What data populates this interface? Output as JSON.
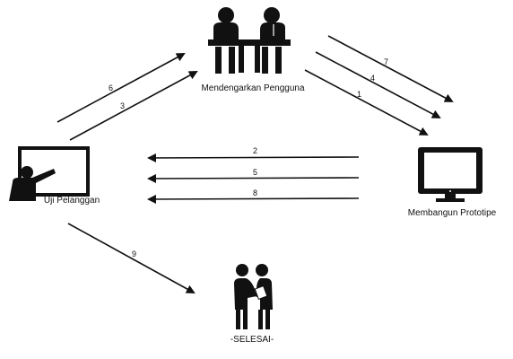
{
  "nodes": {
    "listen": {
      "label": "Mendengarkan Pengguna",
      "icon": "meeting-icon"
    },
    "build": {
      "label": "Membangun Prototipe",
      "icon": "monitor-icon"
    },
    "test": {
      "label": "Uji Pelanggan",
      "icon": "presentation-icon"
    },
    "done": {
      "label": "-SELESAI-",
      "icon": "handshake-icon"
    }
  },
  "arrows": [
    {
      "step": "1",
      "from": "listen",
      "to": "build"
    },
    {
      "step": "2",
      "from": "build",
      "to": "test"
    },
    {
      "step": "3",
      "from": "test",
      "to": "listen"
    },
    {
      "step": "4",
      "from": "listen",
      "to": "build"
    },
    {
      "step": "5",
      "from": "build",
      "to": "test"
    },
    {
      "step": "6",
      "from": "test",
      "to": "listen"
    },
    {
      "step": "7",
      "from": "listen",
      "to": "build"
    },
    {
      "step": "8",
      "from": "build",
      "to": "test"
    },
    {
      "step": "9",
      "from": "test",
      "to": "done"
    }
  ]
}
